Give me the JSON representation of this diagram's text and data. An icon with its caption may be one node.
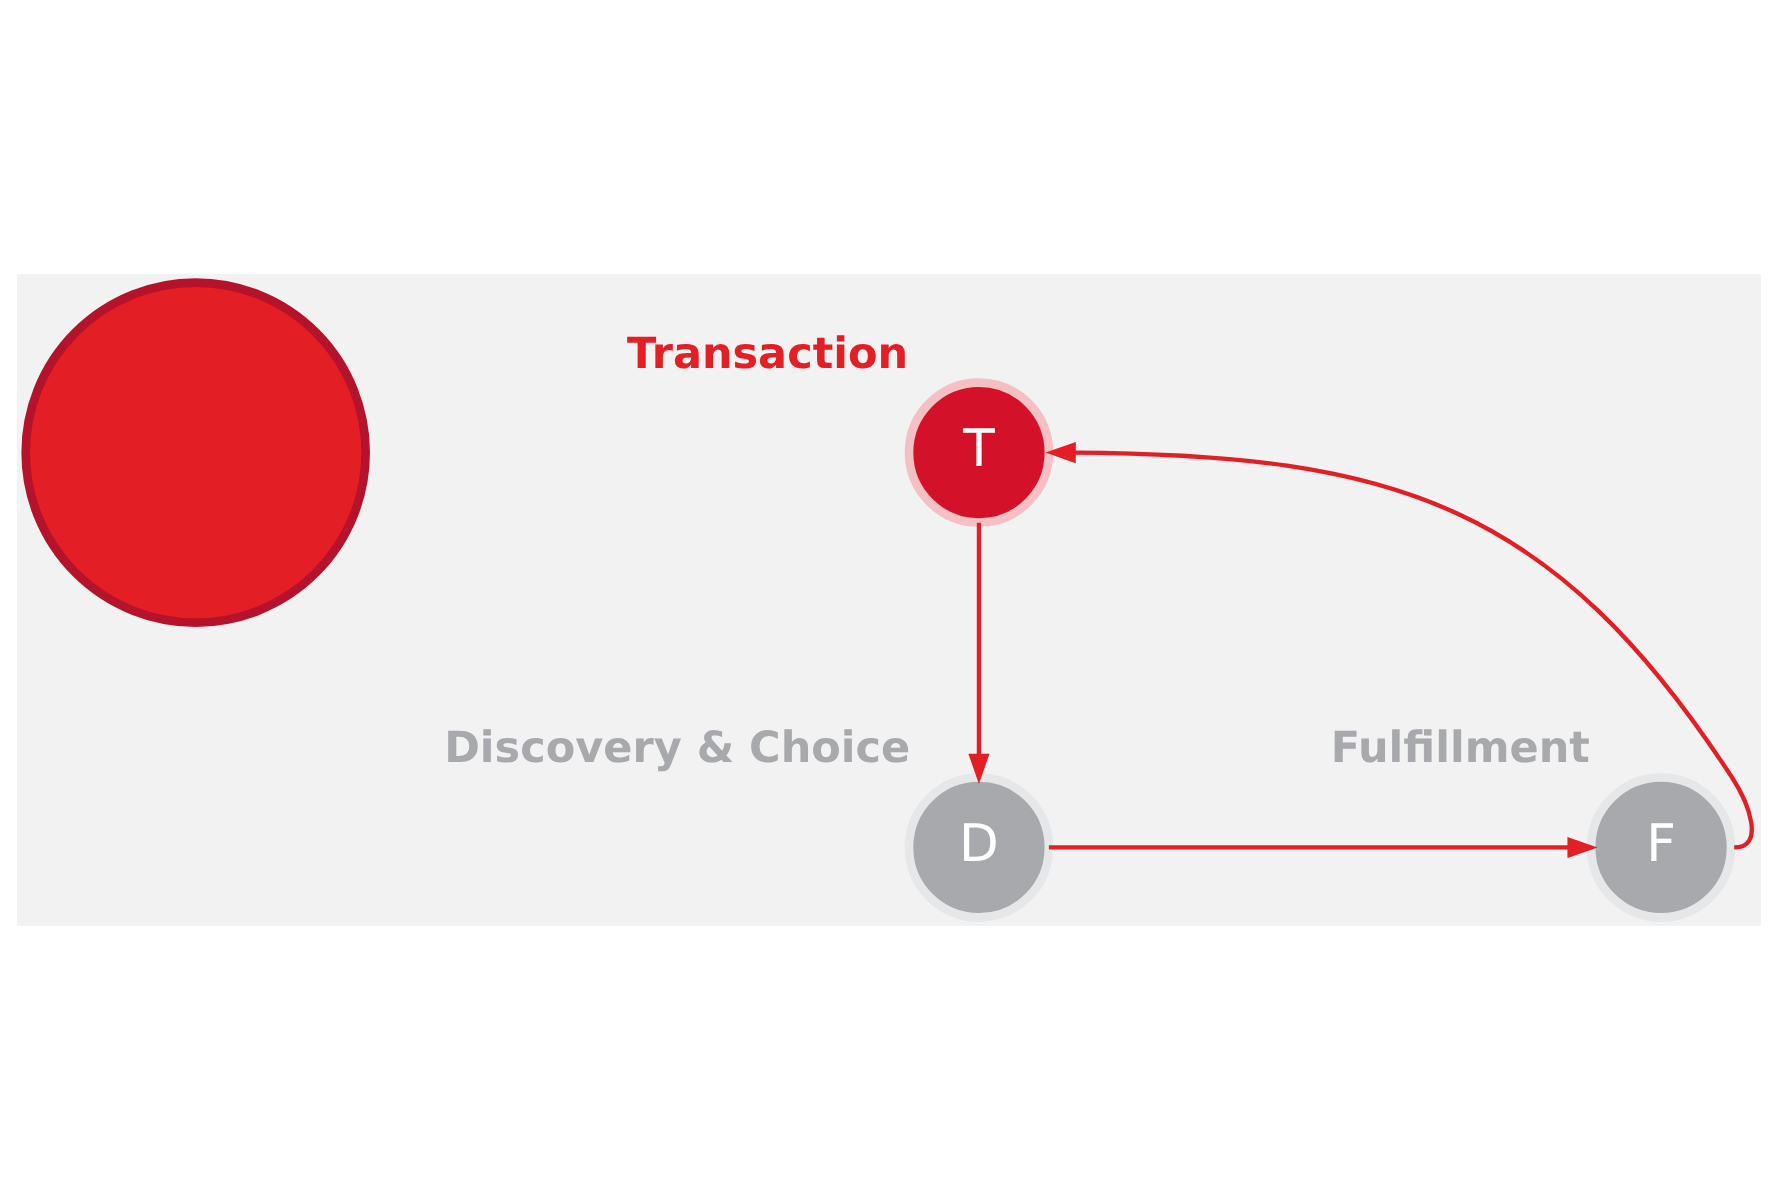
{
  "diagram": {
    "nodes": [
      {
        "text": [],
        "shape": "circle"
      },
      {
        "text": [
          "T"
        ],
        "beside": [
          "Transaction"
        ]
      },
      {
        "text": [
          "D"
        ],
        "beside": [
          "Discovery & Choice"
        ]
      },
      {
        "text": [
          "F"
        ],
        "beside": [
          "Fulfillment"
        ]
      }
    ],
    "edges": [
      {
        "from": 1,
        "to": 2,
        "arrow": "to"
      },
      {
        "from": 2,
        "to": 3,
        "arrow": "to"
      },
      {
        "from": 3,
        "to": 1,
        "arrow": "to"
      }
    ]
  }
}
